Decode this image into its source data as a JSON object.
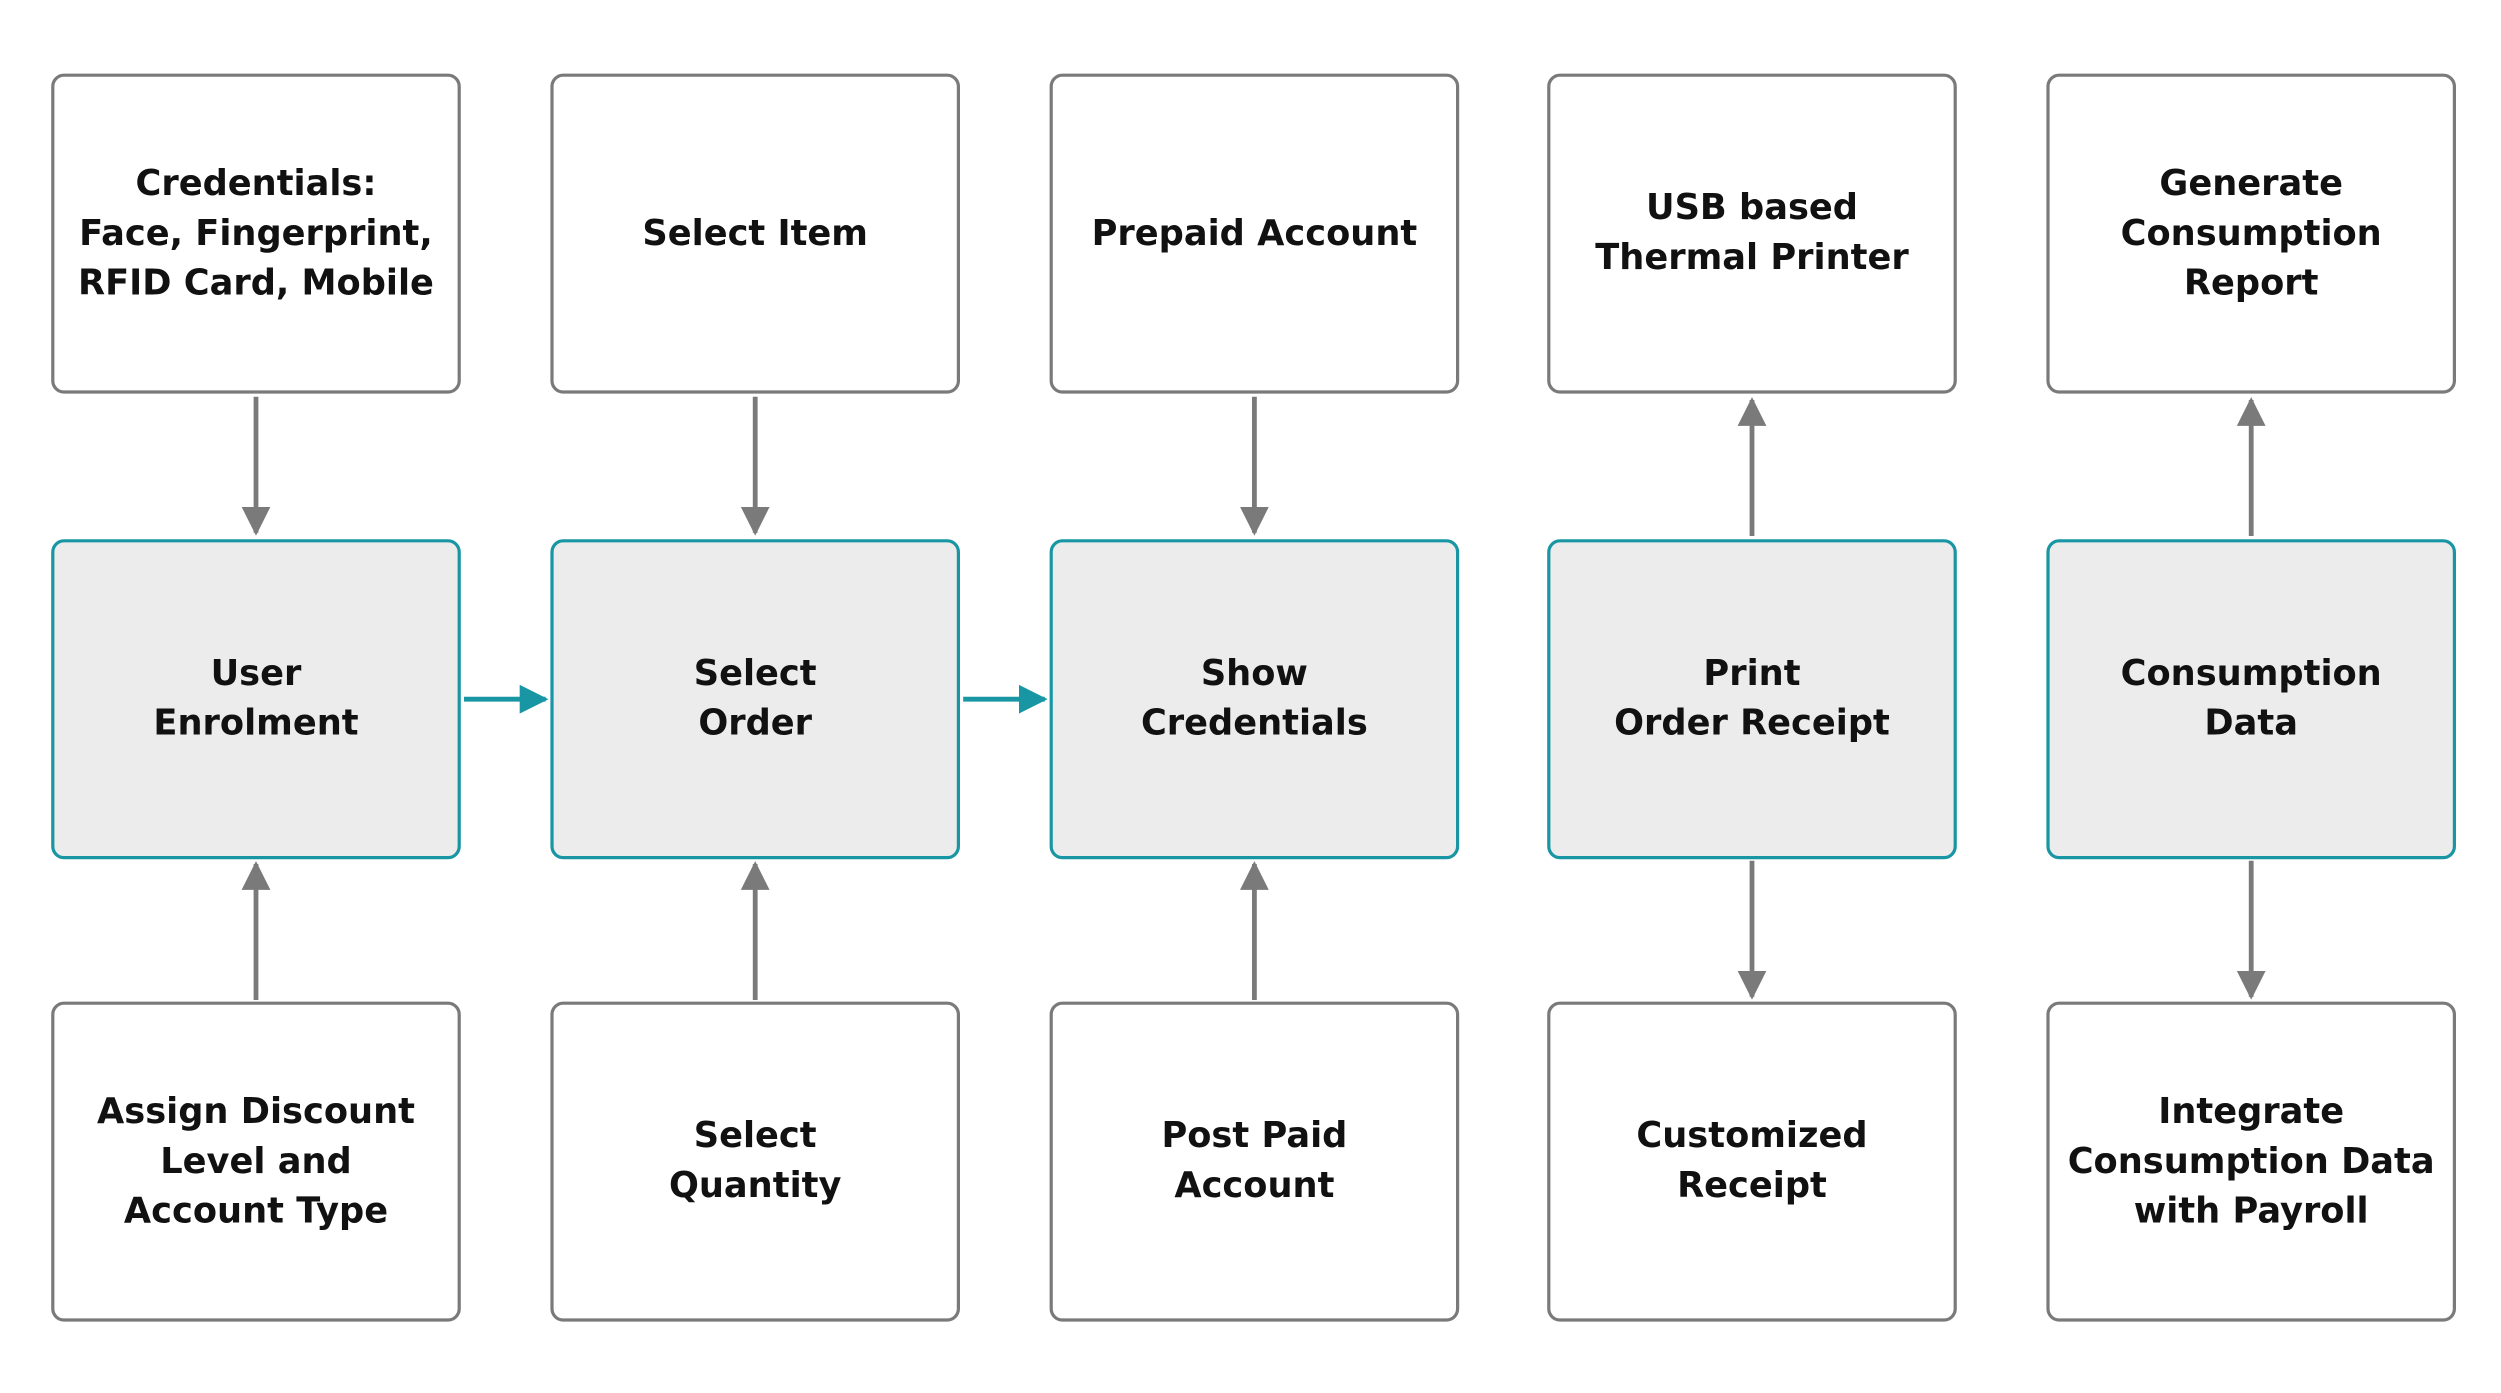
{
  "colors": {
    "core_border": "#1996a3",
    "core_fill": "#ececec",
    "outer_border": "#7a7a7a",
    "arrow_gray": "#7a7a7a",
    "arrow_teal": "#1996a3"
  },
  "columns": [
    {
      "top": "Credentials:\nFace, Fingerprint,\nRFID Card, Mobile",
      "core": "User\nEnrolment",
      "bottom": "Assign Discount\nLevel and\nAccount Type"
    },
    {
      "top": "Select Item",
      "core": "Select\nOrder",
      "bottom": "Select\nQuantity"
    },
    {
      "top": "Prepaid Account",
      "core": "Show\nCredentials",
      "bottom": "Post Paid\nAccount"
    },
    {
      "top": "USB based\nThermal Printer",
      "core": "Print\nOrder Receipt",
      "bottom": "Customized\nReceipt"
    },
    {
      "top": "Generate\nConsumption\nReport",
      "core": "Consumption\nData",
      "bottom": "Integrate\nConsumption Data\nwith Payroll"
    }
  ]
}
